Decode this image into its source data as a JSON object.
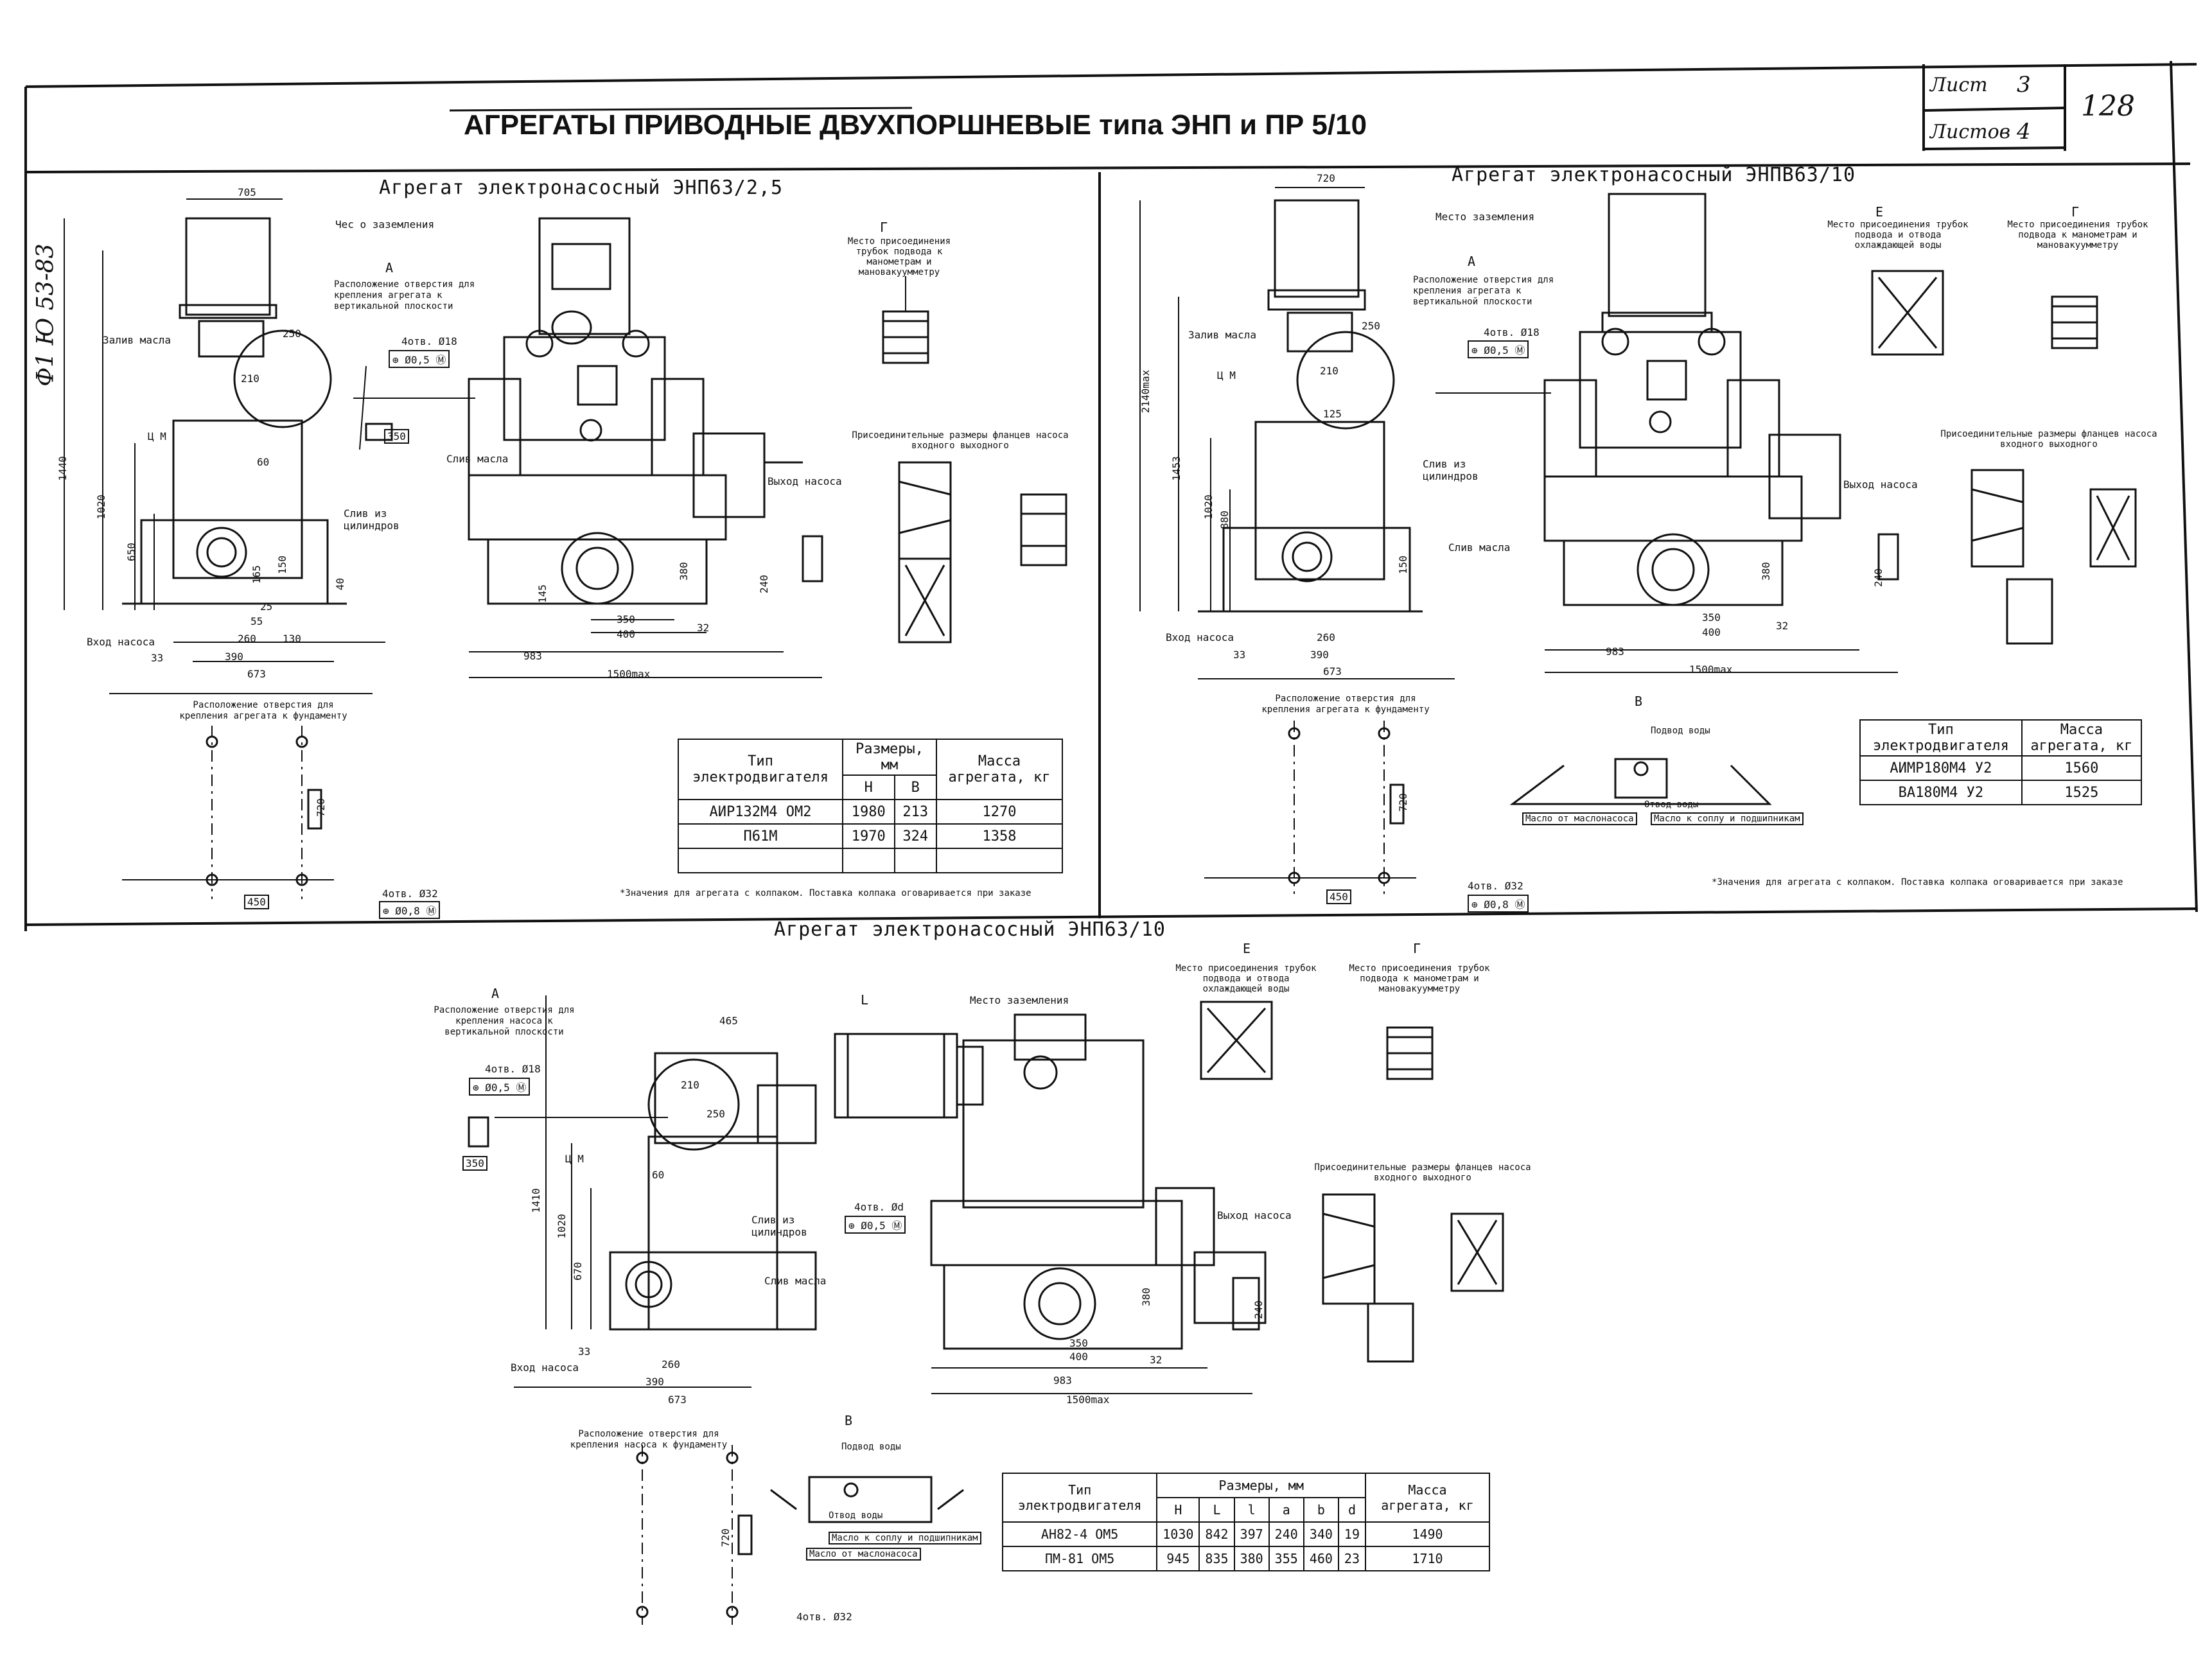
{
  "side_note": "Ф1 Ю 53-83",
  "header": {
    "title": "АГРЕГАТЫ ПРИВОДНЫЕ ДВУХПОРШНЕВЫЕ типа ЭНП и ПР 5/10",
    "sheet_label": "Лист",
    "sheet_value": "3",
    "sheets_label": "Листов",
    "sheets_value": "4",
    "page_number": "128"
  },
  "panel1": {
    "title": "Агрегат электронасосный ЭНП63/2,5",
    "labels": {
      "earth": "Чес о заземления",
      "oil_fill": "Залив масла",
      "cm": "Ц М",
      "drain_cyl": "Слив из цилиндров",
      "inlet": "Вход насоса",
      "outlet": "Выход насоса",
      "oil_drain": "Слив масла",
      "section_a": "А",
      "a_desc": "Расположение отверстия для крепления агрегата к вертикальной плоскости",
      "holes_a": "4отв. Ø18",
      "tol_a": "⊕ Ø0,5 Ⓜ",
      "dim_350": "350",
      "foundation": "Расположение отверстия для крепления агрегата к фундаменту",
      "holes_f": "4отв. Ø32",
      "tol_f": "⊕ Ø0,8 Ⓜ",
      "dim_450": "450",
      "dim_720": "720",
      "section_g": "Г",
      "g_desc": "Место присоединения трубок подвода к манометрам и мановакуумметру",
      "flange_desc": "Присоединительные размеры фланцев насоса входного выходного",
      "note": "*Значения для агрегата с колпаком. Поставка колпака оговаривается при заказе"
    },
    "dims": [
      "705",
      "250",
      "210",
      "60",
      "1440",
      "1020",
      "650",
      "33",
      "390",
      "260",
      "130",
      "673",
      "983",
      "1500max",
      "350",
      "400",
      "32",
      "380",
      "240",
      "145",
      "150",
      "165",
      "55",
      "25",
      "40"
    ],
    "table": {
      "h1": "Тип электродвигателя",
      "h2": "Размеры, мм",
      "h2a": "Н",
      "h2b": "В",
      "h3": "Масса агрегата, кг",
      "rows": [
        {
          "type": "АИР132М4 ОМ2",
          "h": "1980",
          "b": "213",
          "mass": "1270"
        },
        {
          "type": "П61М",
          "h": "1970",
          "b": "324",
          "mass": "1358"
        }
      ]
    }
  },
  "panel2": {
    "title": "Агрегат электронасосный ЭНПВ63/10",
    "labels": {
      "earth": "Место заземления",
      "oil_fill": "Залив масла",
      "cm": "Ц М",
      "drain_cyl": "Слив из цилиндров",
      "inlet": "Вход насоса",
      "outlet": "Выход насоса",
      "oil_drain": "Слив масла",
      "section_a": "А",
      "a_desc": "Расположение отверстия для крепления агрегата к вертикальной плоскости",
      "holes_a": "4отв. Ø18",
      "tol_a": "⊕ Ø0,5 Ⓜ",
      "foundation": "Расположение отверстия для крепления агрегата к фундаменту",
      "holes_f": "4отв. Ø32",
      "tol_f": "⊕ Ø0,8 Ⓜ",
      "section_e": "Е",
      "e_desc": "Место присоединения трубок подвода и отвода охлаждающей воды",
      "section_g": "Г",
      "g_desc": "Место присоединения трубок подвода к манометрам и мановакуумметру",
      "flange_desc": "Присоединительные размеры фланцев насоса входного выходного",
      "section_v": "В",
      "water_in": "Подвод воды",
      "water_out": "Отвод воды",
      "oil_from": "Масло от маслонасоса",
      "oil_to": "Масло к соплу и подшипникам",
      "note": "*Значения для агрегата с колпаком. Поставка колпака оговаривается при заказе"
    },
    "dims": [
      "720",
      "250",
      "210",
      "125",
      "2140max",
      "1453",
      "1020",
      "880",
      "33",
      "390",
      "260",
      "673",
      "983",
      "1500max",
      "350",
      "400",
      "32",
      "380",
      "240",
      "150",
      "450",
      "720"
    ],
    "table": {
      "h1": "Тип электродвигателя",
      "h2": "Масса агрегата, кг",
      "rows": [
        {
          "type": "АИМР180М4 У2",
          "mass": "1560"
        },
        {
          "type": "ВА180М4 У2",
          "mass": "1525"
        }
      ]
    }
  },
  "panel3": {
    "title": "Агрегат электронасосный ЭНП63/10",
    "labels": {
      "earth": "Место заземления",
      "cm": "Ц М",
      "drain_cyl": "Слив из цилиндров",
      "inlet": "Вход насоса",
      "outlet": "Выход насоса",
      "oil_drain": "Слив масла",
      "section_a": "А",
      "a_desc": "Расположение отверстия для крепления насоса к вертикальной плоскости",
      "holes_a": "4отв. Ø18",
      "tol_a": "⊕ Ø0,5 Ⓜ",
      "holes_b": "4отв. Ød",
      "tol_b": "⊕ Ø0,5 Ⓜ",
      "foundation": "Расположение отверстия для крепления насоса к фундаменту",
      "holes_f": "4отв. Ø32",
      "section_e": "Е",
      "e_desc": "Место присоединения трубок подвода и отвода охлаждающей воды",
      "section_g": "Г",
      "g_desc": "Место присоединения трубок подвода к манометрам и мановакуумметру",
      "flange_desc": "Присоединительные размеры фланцев насоса входного выходного",
      "section_v": "В",
      "water_in": "Подвод воды",
      "water_out": "Отвод воды",
      "oil_to": "Масло к соплу и подшипникам",
      "oil_from": "Масло от маслонасоса"
    },
    "dims": [
      "465",
      "L",
      "250",
      "210",
      "60",
      "1410",
      "1020",
      "670",
      "33",
      "390",
      "260",
      "673",
      "983",
      "1500max",
      "350",
      "400",
      "32",
      "380",
      "240",
      "350",
      "720"
    ],
    "table": {
      "h1": "Тип электродвигателя",
      "h2": "Размеры, мм",
      "h3": "Масса агрегата, кг",
      "cols": [
        "Н",
        "L",
        "l",
        "a",
        "b",
        "d"
      ],
      "rows": [
        {
          "type": "АН82-4 ОМ5",
          "vals": [
            "1030",
            "842",
            "397",
            "240",
            "340",
            "19"
          ],
          "mass": "1490"
        },
        {
          "type": "ПМ-81 ОМ5",
          "vals": [
            "945",
            "835",
            "380",
            "355",
            "460",
            "23"
          ],
          "mass": "1710"
        }
      ]
    }
  }
}
